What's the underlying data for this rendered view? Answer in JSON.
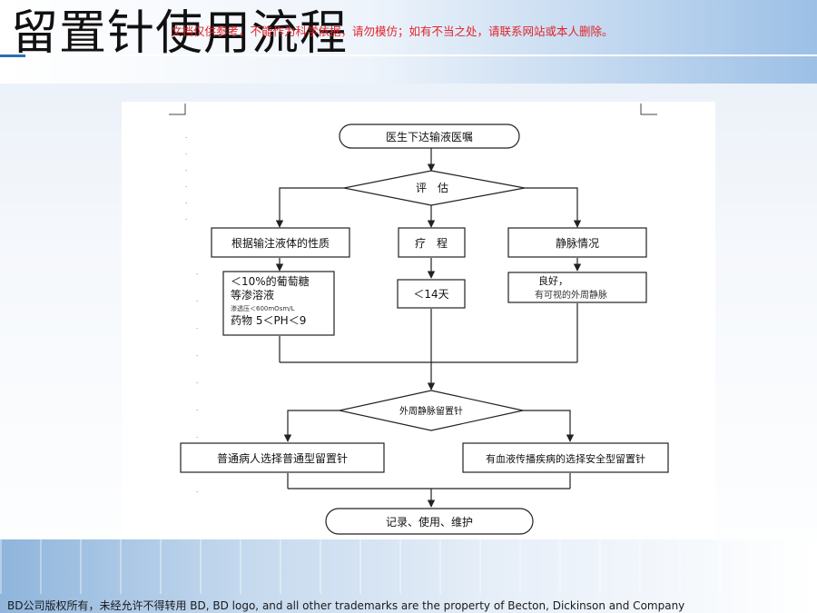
{
  "slide": {
    "title": "留置针使用流程",
    "watermark": "文档仅供参考，不能作为科学依据，请勿模仿；如有不当之处，请联系网站或本人删除。",
    "footer": "BD公司版权所有，未经允许不得转用 BD, BD logo, and all other trademarks are the property of Becton, Dickinson and Company"
  },
  "flowchart": {
    "start": "医生下达输液医嘱",
    "assess": "评　估",
    "branches": {
      "fluid": "根据输注液体的性质",
      "course": "疗　程",
      "vein": "静脉情况"
    },
    "criteria": {
      "fluid_line1": "＜10%的葡萄糖",
      "fluid_line2": "等渗溶液",
      "fluid_line3": "渗透压＜600mOsm/L",
      "fluid_line4": "药物 5＜PH＜9",
      "course_value": "＜14天",
      "vein_line1": "良好，",
      "vein_line2": "有可视的外周静脉"
    },
    "decision": "外周静脉留置针",
    "options": {
      "normal": "普通病人选择普通型留置针",
      "blood": "有血液传播疾病的选择安全型留置针"
    },
    "end": "记录、使用、维护"
  }
}
